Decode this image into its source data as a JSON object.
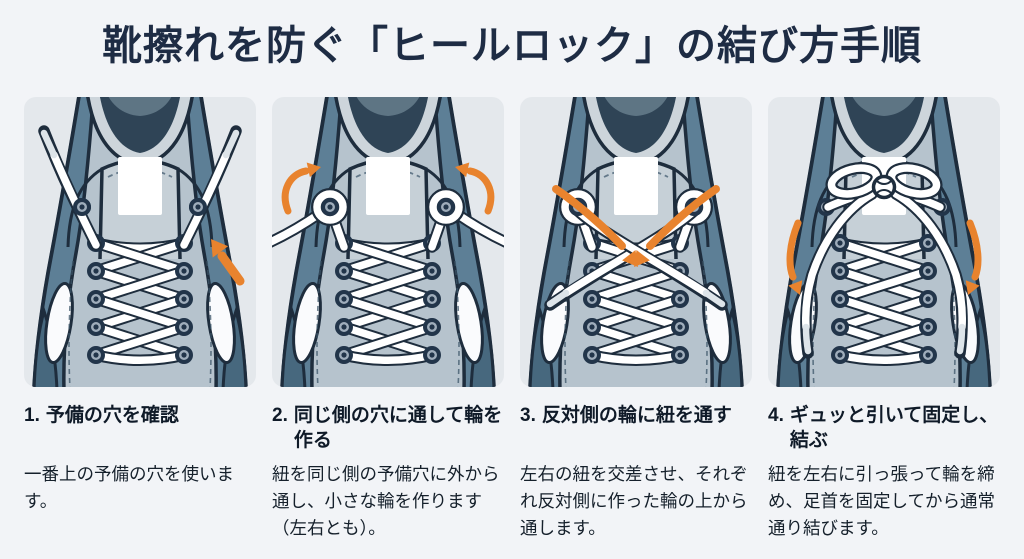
{
  "title": "靴擦れを防ぐ「ヒールロック」の結び方手順",
  "colors": {
    "accent_orange": "#e8832e",
    "page_background": "#f2f4f7",
    "panel_background": "#e4e8ec",
    "title_text": "#1e2c44",
    "body_text": "#15202b",
    "shoe_outline": "#1e2d3d",
    "shoe_steel_blue": "#5d7f96",
    "shoe_upper_gray": "#b6c3cd",
    "lace_white": "#ffffff"
  },
  "steps": [
    {
      "number": "1.",
      "heading": "予備の穴を確認",
      "body": "一番上の予備の穴を使います。",
      "illustration": "sneaker-top-view-empty-spare-eyelets",
      "arrow_icon": "orange-arrow-pointing-to-spare-eyelet"
    },
    {
      "number": "2.",
      "heading": "同じ側の穴に通して輪を作る",
      "body": "紐を同じ側の予備穴に外から通し、小さな輪を作ります（左右とも）。",
      "illustration": "sneaker-small-loops-at-spare-eyelets",
      "arrow_icon": "orange-curved-arrows-up-both-sides"
    },
    {
      "number": "3.",
      "heading": "反対側の輪に紐を通す",
      "body": "左右の紐を交差させ、それぞれ反対側に作った輪の上から通します。",
      "illustration": "sneaker-laces-crossed-through-opposite-loops",
      "arrow_icon": "orange-crossed-arrows-into-center"
    },
    {
      "number": "4.",
      "heading": "ギュッと引いて固定し、結ぶ",
      "body": "紐を左右に引っ張って輪を締め、足首を固定してから通常通り結びます。",
      "illustration": "sneaker-finished-bow-knot",
      "arrow_icon": "orange-curved-arrows-down-both-sides"
    }
  ]
}
